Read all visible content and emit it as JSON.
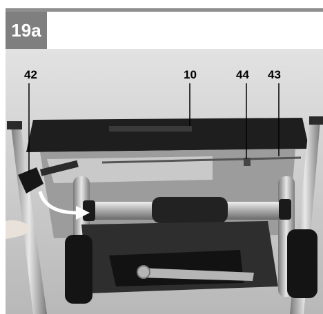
{
  "figure": {
    "label": "19a",
    "badge_color": "#7f7f7f",
    "rule_color": "#8f8f8f"
  },
  "photo": {
    "subject": "table-saw-underside-photo",
    "arrow_color": "#ffffff"
  },
  "callouts": [
    {
      "id": "42",
      "label": "42"
    },
    {
      "id": "10",
      "label": "10"
    },
    {
      "id": "44",
      "label": "44"
    },
    {
      "id": "43",
      "label": "43"
    }
  ]
}
